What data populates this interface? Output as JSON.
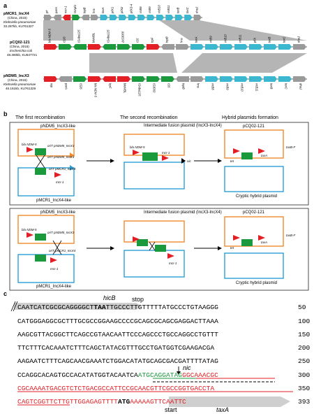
{
  "panels": {
    "a": "a",
    "b": "b",
    "c": "c"
  },
  "plasmids": [
    {
      "name": "pMCR1_IncX4",
      "origin": "(China, 2015)",
      "species": "Klebsiella pneumoniae",
      "size": "33.287kb, KU761327"
    },
    {
      "name": "pCQ02-121",
      "origin": "(China, 2015)",
      "species": "Escherichia coli",
      "size": "48.360kb, KU647721"
    },
    {
      "name": "pNDM5_IncX3",
      "origin": "(China, 2015)",
      "species": "Klebsiella pneumoniae",
      "size": "46.161kb, KU761328"
    }
  ],
  "track1_genes": [
    "pir",
    "parA",
    "mcr-1",
    "ISApl1",
    "topB",
    "hns",
    "taxA",
    "pilX1",
    "pilX2",
    "pilX3-4",
    "virB8",
    "virB9",
    "virB10",
    "virB11",
    "taxB",
    "taxC",
    "dnaJ"
  ],
  "track2_genes": [
    "bla NDM-5",
    "IS26",
    "ISAba125",
    "bleMBL",
    "ISAba125",
    "ΔIS3000",
    "IS5",
    "trpF",
    "topB",
    "hns",
    "taxA",
    "virB9",
    "virB10",
    "virB11",
    "pilX",
    "taxB",
    "taxC",
    "dnaJ"
  ],
  "track3_genes": [
    "rep",
    "parA",
    "IS26",
    "bla NDM-5",
    "trpF",
    "bleMBL",
    "ISAba125",
    "IS3000",
    "IS5",
    "topB",
    "hns",
    "virB8",
    "virB9",
    "virB10",
    "virB11",
    "taxB",
    "taxC",
    "dnaJ"
  ],
  "recombination": {
    "steps": [
      "The first recombination",
      "The second recombination",
      "Hybrid plasmids formation"
    ],
    "top_left": "pNDM5_IncX3-like",
    "bottom_left": "pMCR1_IncX4-like",
    "intermediate": "Intermediate fusion plasmid (IncX3-IncX4)",
    "product": "pCQ02-121",
    "cryptic": "Cryptic hybrid plasmid",
    "labels": {
      "bla": "bla NDM-5",
      "ori_x3": "oriT pNDM5_IncX3",
      "ori_x4": "oriT pMCR1_IncX4",
      "mcr": "mcr-1",
      "nic": "nic",
      "tet": "tet",
      "tax": "taxB-F",
      "taxA": "taxA"
    }
  },
  "sequence": {
    "hicB": "hicB",
    "stop": "stop",
    "start": "start",
    "taxA": "taxA",
    "nic": "nic",
    "line1": {
      "a": "CAATCATCGCGCAGGGGCT",
      "b": "TAA",
      "c": "TTGCCCTTGTTTTTATGCCCTGTAAGGG",
      "n": "50"
    },
    "line2": {
      "text": "CATGGGAGGCGCTTTGCGCCGGAAGCCCCGCAGCGCAGCGAGGACTTAAA",
      "n": "100"
    },
    "line3": {
      "text": "AAGCGTTACGGCTTCAGCCGTAACAATTCCCAGCCCTGCCAGGCCTGTTT",
      "n": "150"
    },
    "line4": {
      "text": "TTCTTTCACAAATCTTTCAGCTATACGTTTGCCTGATGGTCGAAGACGA",
      "n": "200"
    },
    "line5": {
      "text": "AAGAATCTTTCAGCAACGAAATCTGGACATATGCAGCGACGATTTTATAG",
      "n": "250"
    },
    "line6": {
      "a": "CCAGGCACAGTGCCACATATGGTACAATCA",
      "b": "ATGCAGGATAG",
      "c": "GGCAAACGC",
      "n": "300"
    },
    "line7": {
      "text": "CGCAAAATGACGTCTCTGACGCCATTCCGCAACGTTCGCCGGTGACCTA",
      "n": "350"
    },
    "line8": {
      "a": "CAGTCGGTTCTTG",
      "b": "TTGGAGAGTTTT",
      "c": "ATG",
      "d": "AAAAAGTTCAATTC",
      "n": "393"
    }
  },
  "colors": {
    "rep": "#e31e24",
    "ncl": "#1a9a3c",
    "tra": "#3bb7cf",
    "hyp": "#9a9a9a",
    "orange": "#f08a2a",
    "blue": "#2a9fd6"
  }
}
